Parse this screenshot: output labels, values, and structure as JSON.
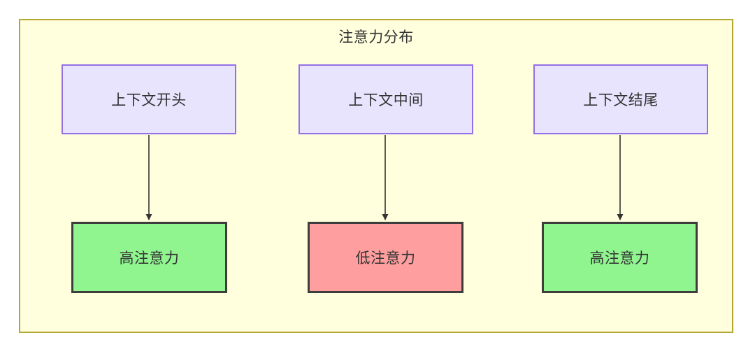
{
  "diagram": {
    "title": "注意力分布",
    "container": {
      "border_color": "#b5a632",
      "background_color": "#ffffde"
    },
    "palette": {
      "context_box_fill": "#e8e4fd",
      "context_box_border": "#9370e6",
      "high_attention_fill": "#90f58f",
      "low_attention_fill": "#ff9e9e",
      "outcome_box_border": "#3d3d3d",
      "arrow_color": "#333333",
      "text_color": "#333333"
    },
    "columns": [
      {
        "source": {
          "label": "上下文开头"
        },
        "target": {
          "label": "高注意力",
          "state": "high"
        }
      },
      {
        "source": {
          "label": "上下文中间"
        },
        "target": {
          "label": "低注意力",
          "state": "low"
        }
      },
      {
        "source": {
          "label": "上下文结尾"
        },
        "target": {
          "label": "高注意力",
          "state": "high"
        }
      }
    ]
  }
}
